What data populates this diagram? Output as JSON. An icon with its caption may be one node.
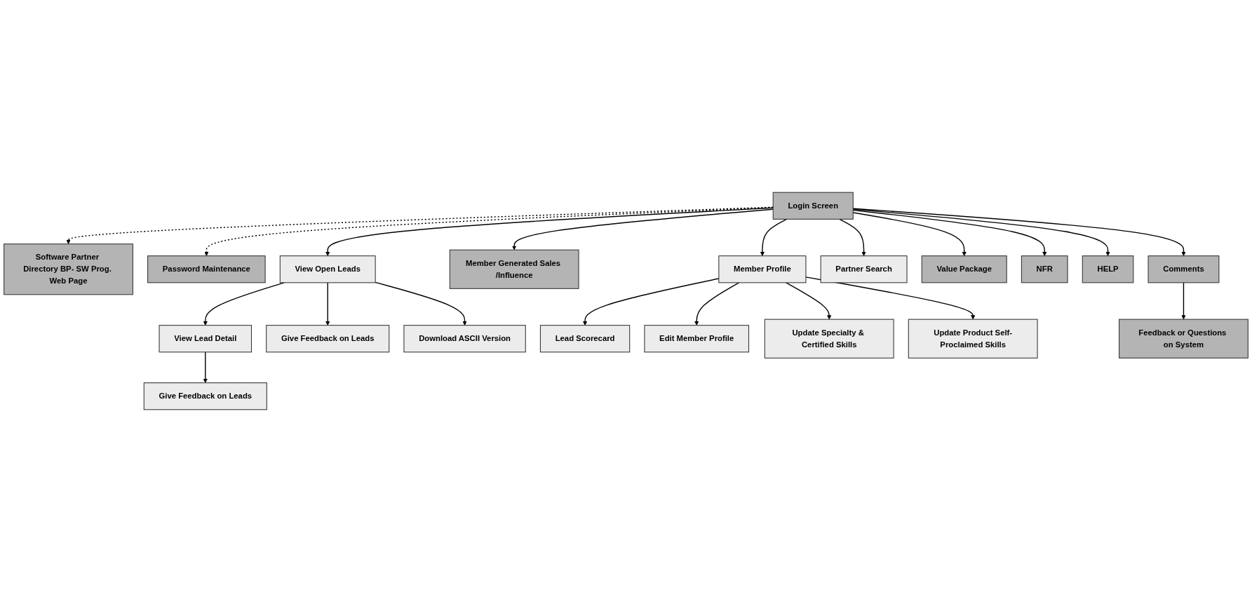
{
  "diagram": {
    "nodes": [
      {
        "text": [
          "Software Partner Directory BP- SW Prog. Web Page"
        ]
      },
      {
        "text": [
          "Login Screen"
        ]
      },
      {
        "text": [
          "Password Maintenance"
        ]
      },
      {
        "text": [
          "View Open Leads"
        ]
      },
      {
        "text": [
          "Member Generated Sales /Influence"
        ]
      },
      {
        "text": [
          "Member Profile"
        ]
      },
      {
        "text": [
          "Partner Search"
        ]
      },
      {
        "text": [
          "Value Package"
        ]
      },
      {
        "text": [
          "NFR"
        ]
      },
      {
        "text": [
          "HELP"
        ]
      },
      {
        "text": [
          "Comments"
        ]
      },
      {
        "text": [
          "View Lead Detail"
        ]
      },
      {
        "text": [
          "Give Feedback on Leads"
        ]
      },
      {
        "text": [
          "Download ASCII Version"
        ]
      },
      {
        "text": [
          "Give Feedback on Leads"
        ]
      },
      {
        "text": [
          "Lead Scorecard"
        ]
      },
      {
        "text": [
          "Edit Member Profile"
        ]
      },
      {
        "text": [
          "Update Specialty & Certified Skills"
        ]
      },
      {
        "text": [
          "Update Product Self-Proclaimed Skills"
        ]
      },
      {
        "text": [
          "Feedback or Questions on System"
        ]
      }
    ],
    "edges": [
      {
        "from": 1,
        "to": 0,
        "arrow": "to",
        "style": "dashed"
      },
      {
        "from": 1,
        "to": 2,
        "arrow": "to",
        "style": "dashed"
      },
      {
        "from": 1,
        "to": 3,
        "arrow": "to"
      },
      {
        "from": 1,
        "to": 4,
        "arrow": "to"
      },
      {
        "from": 1,
        "to": 5,
        "arrow": "to"
      },
      {
        "from": 1,
        "to": 6,
        "arrow": "to"
      },
      {
        "from": 1,
        "to": 9,
        "arrow": "to"
      },
      {
        "from": 1,
        "to": 10,
        "arrow": "to"
      },
      {
        "from": 1,
        "to": 7,
        "arrow": "to"
      },
      {
        "from": 1,
        "to": 8,
        "arrow": "to"
      },
      {
        "from": 3,
        "to": 11,
        "arrow": "to"
      },
      {
        "from": 3,
        "to": 12,
        "arrow": "to"
      },
      {
        "from": 3,
        "to": 13,
        "arrow": "to"
      },
      {
        "from": 11,
        "to": 14,
        "arrow": "to"
      },
      {
        "from": 5,
        "to": 15,
        "arrow": "to"
      },
      {
        "from": 5,
        "to": 16,
        "arrow": "to"
      },
      {
        "from": 5,
        "to": 17,
        "arrow": "to"
      },
      {
        "from": 5,
        "to": 18,
        "arrow": "to"
      },
      {
        "from": 10,
        "to": 19,
        "arrow": "to"
      }
    ]
  }
}
